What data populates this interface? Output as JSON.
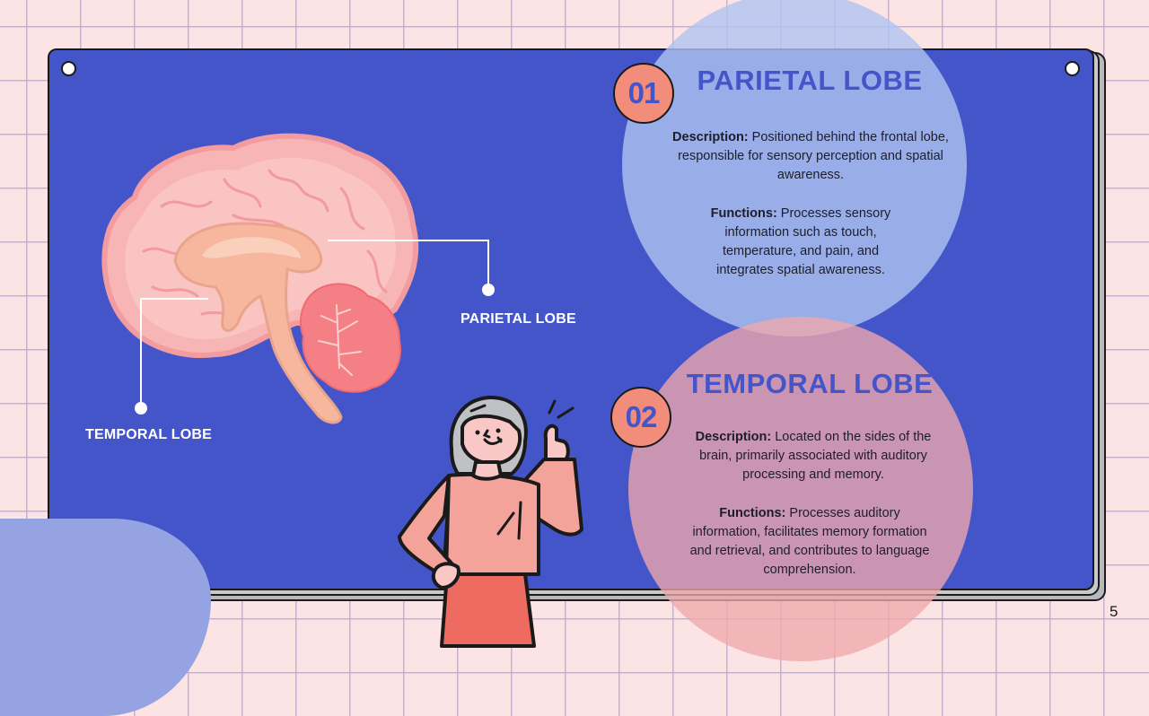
{
  "slide": {
    "page_number": "5",
    "colors": {
      "background": "#fde4e4",
      "grid": "#b4aae1",
      "board": "#4455c9",
      "accent_blue": "#4455c9",
      "badge": "#f28c7b",
      "circle_parietal": "#a9bcef",
      "circle_temporal": "#d9a0b0",
      "blob": "#96a3e3"
    }
  },
  "diagram": {
    "image": "brain-sagittal-illustration",
    "labels": {
      "parietal": "PARIETAL LOBE",
      "temporal": "TEMPORAL LOBE"
    }
  },
  "sections": [
    {
      "number": "01",
      "title": "PARIETAL LOBE",
      "description_label": "Description:",
      "description_text": " Positioned behind the frontal lobe, responsible for sensory perception and spatial awareness.",
      "functions_label": "Functions:",
      "functions_text": " Processes sensory information such as touch, temperature, and pain, and integrates spatial awareness."
    },
    {
      "number": "02",
      "title": "TEMPORAL LOBE",
      "description_label": "Description:",
      "description_text": " Located on the sides of the brain, primarily associated with auditory processing and memory.",
      "functions_label": "Functions:",
      "functions_text": " Processes auditory information, facilitates memory formation and retrieval, and contributes to language comprehension."
    }
  ],
  "character": {
    "image": "woman-thumbs-up-illustration"
  }
}
